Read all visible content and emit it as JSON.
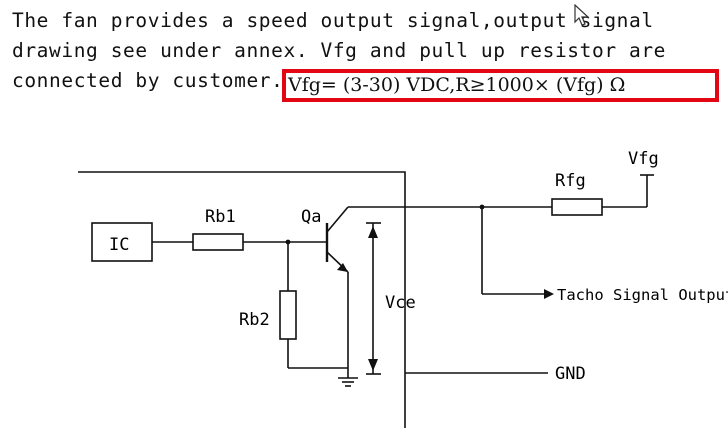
{
  "paragraph": {
    "lines": [
      "The fan provides a speed output signal,output signal",
      "drawing see under annex. Vfg and pull up resistor are",
      "connected by customer."
    ],
    "highlight": "Vfg= (3-30) VDC,R≥1000× (Vfg) Ω",
    "highlight_color": "#e30613"
  },
  "circuit": {
    "labels": {
      "ic": "IC",
      "rb1": "Rb1",
      "qa": "Qa",
      "rb2": "Rb2",
      "vce": "Vce",
      "rfg": "Rfg",
      "vfg": "Vfg",
      "tacho": "Tacho Signal Output",
      "gnd": "GND"
    }
  },
  "icons": [
    "mouse-cursor-icon",
    "ground-icon"
  ]
}
